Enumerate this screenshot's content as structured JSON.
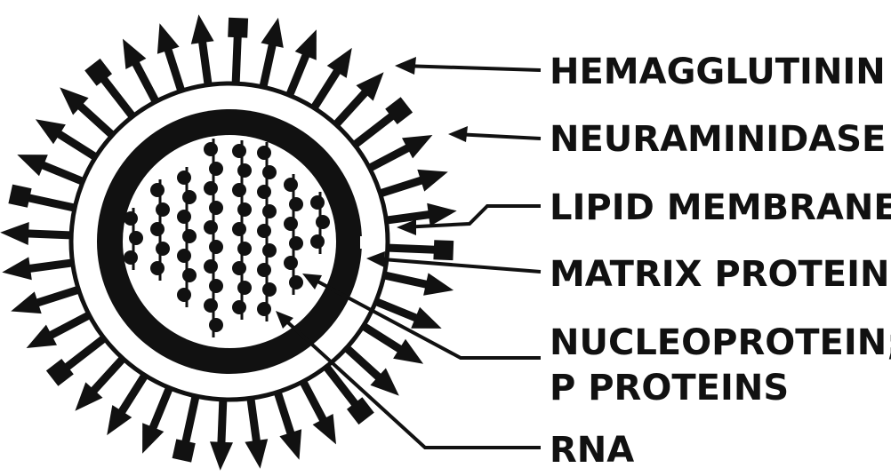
{
  "labels": {
    "hemagglutinin": "HEMAGGLUTININ",
    "neuraminidase": "NEURAMINIDASE",
    "lipid_membrane": "LIPID MEMBRANE",
    "matrix_protein": "MATRIX PROTEIN",
    "nucleoprotein_line1": "NUCLEOPROTEIN;",
    "nucleoprotein_line2": "P PROTEINS",
    "rna": "RNA"
  },
  "colors": {
    "ink": "#111111",
    "paper": "#ffffff"
  }
}
